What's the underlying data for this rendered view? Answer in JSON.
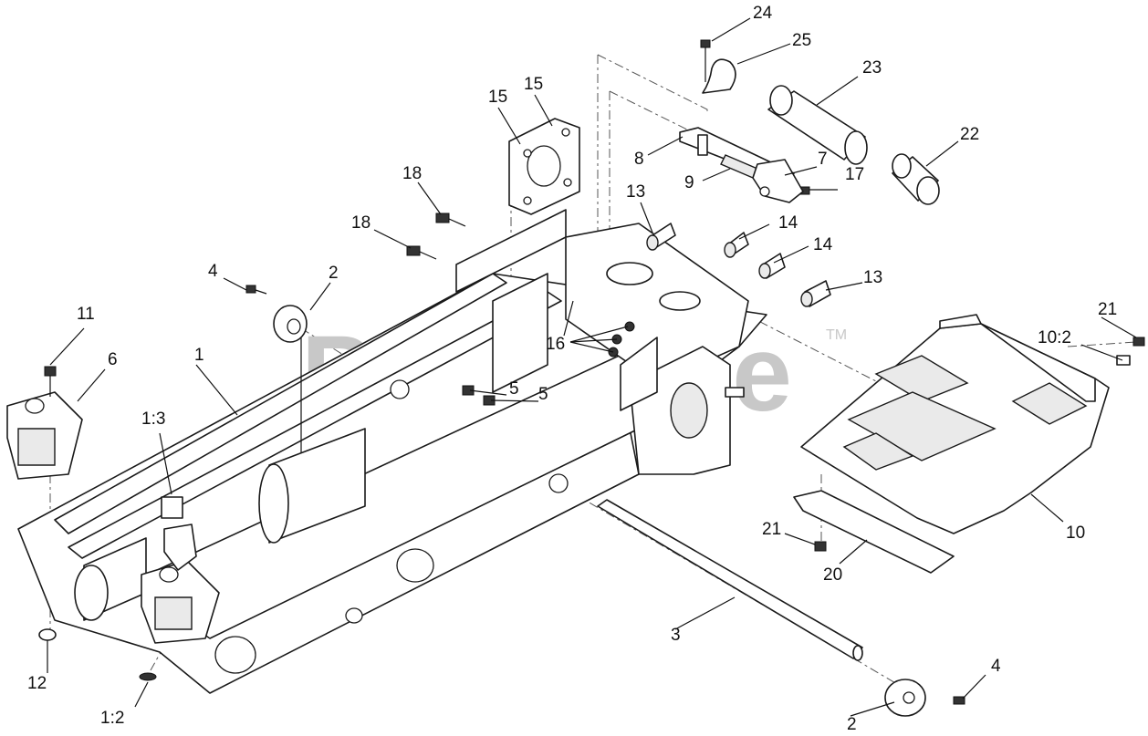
{
  "watermark": {
    "text": "PartsTree",
    "trademark": "TM"
  },
  "callouts": {
    "c1": "1",
    "c1_2": "1:2",
    "c1_3": "1:3",
    "c2a": "2",
    "c2b": "2",
    "c3": "3",
    "c4a": "4",
    "c4b": "4",
    "c5a": "5",
    "c5b": "5",
    "c6": "6",
    "c7": "7",
    "c8": "8",
    "c9": "9",
    "c10": "10",
    "c10_2": "10:2",
    "c11": "11",
    "c12": "12",
    "c13a": "13",
    "c13b": "13",
    "c14a": "14",
    "c14b": "14",
    "c15a": "15",
    "c15b": "15",
    "c16": "16",
    "c17": "17",
    "c18a": "18",
    "c18b": "18",
    "c20": "20",
    "c21a": "21",
    "c21b": "21",
    "c22": "22",
    "c23": "23",
    "c24": "24",
    "c25": "25"
  }
}
